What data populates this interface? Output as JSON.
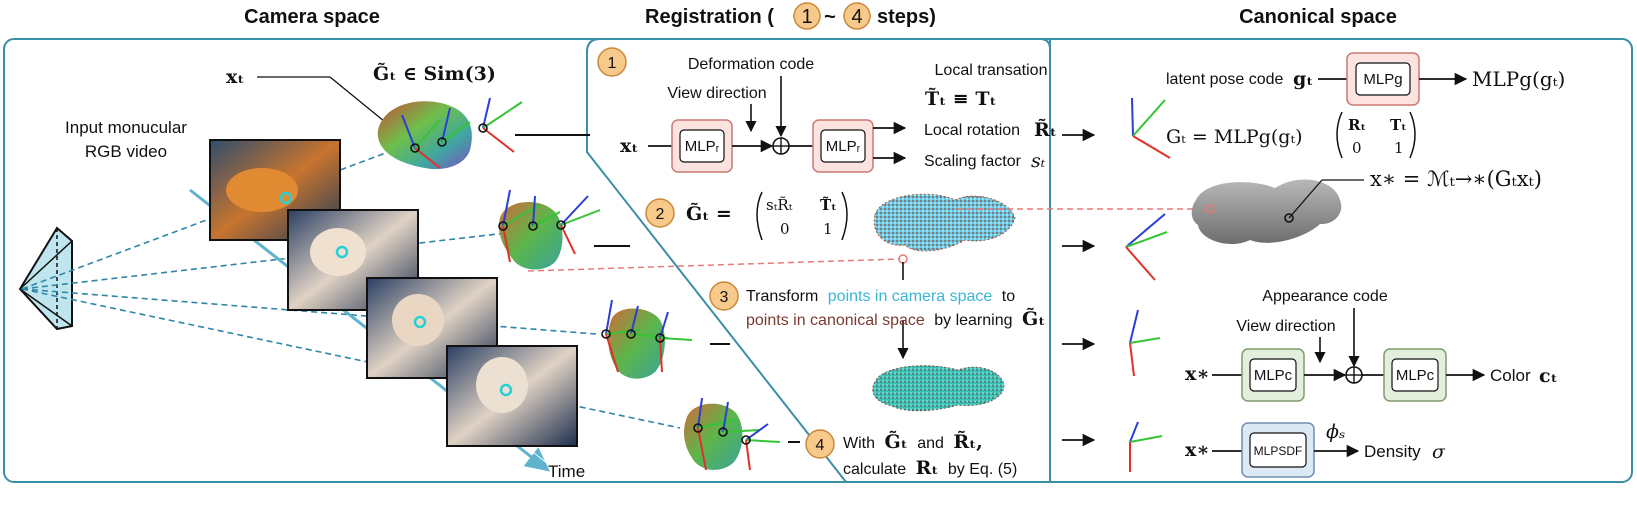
{
  "headers": {
    "camera": "Camera space",
    "registration": "Registration (",
    "registration_tilde": "~",
    "registration_suffix": "steps)",
    "canonical": "Canonical space"
  },
  "step_numbers": [
    "1",
    "2",
    "3",
    "4"
  ],
  "camera": {
    "input_label_1": "Input monucular",
    "input_label_2": "RGB video",
    "time_label": "Time",
    "x_t": "xₜ",
    "G_t_sim3": "G̃ₜ ∈ Sim(3)"
  },
  "step1": {
    "deformation_code": "Deformation code",
    "view_direction": "View direction",
    "x_t": "xₜ",
    "mlp_r": "MLPᵣ",
    "local_transation": "Local transation",
    "T_eq": "T̃ₜ ≡ Tₜ",
    "local_rotation": "Local rotation",
    "R_t": "R̃ₜ",
    "scaling_factor": "Scaling factor",
    "s_t": "sₜ"
  },
  "step2": {
    "G_eq": "G̃ₜ =",
    "m11": "sₜR̃ₜ",
    "m12": "T̃ₜ",
    "m21": "0",
    "m22": "1"
  },
  "step3": {
    "line1_a": "Transform",
    "line1_b": "points in camera space",
    "line1_c": "to",
    "line2_a": "points in canonical space",
    "line2_b": "by learning",
    "G_t": "G̃ₜ"
  },
  "step4": {
    "line1_a": "With",
    "G_t": "G̃ₜ",
    "and": "and",
    "R_t": "R̃ₜ,",
    "line2_a": "calculate",
    "R_calc": "Rₜ",
    "line2_b": "by Eq. (5)"
  },
  "canonical": {
    "latent_pose": "latent pose code",
    "g_t": "gₜ",
    "mlp_g": "MLPg",
    "mlp_g_out": "MLPg(gₜ)",
    "G_eq": "Gₜ = MLPg(gₜ)",
    "m11": "Rₜ",
    "m12": "Tₜ",
    "m21": "0",
    "m22": "1",
    "x_star_eq": "x∗ = ℳₜ→∗(Gₜxₜ)",
    "appearance_code": "Appearance code",
    "view_direction": "View direction",
    "x_star_1": "x∗",
    "mlp_c": "MLPc",
    "color_label": "Color",
    "c_t": "cₜ",
    "x_star_2": "x∗",
    "mlp_sdf": "MLPSDF",
    "phi_s": "ϕₛ",
    "density_label": "Density",
    "sigma": "σ"
  },
  "colors": {
    "frame": "#3b8fa5",
    "mlp_r_fill": "#fde3e0",
    "mlp_r_stroke": "#c97a73",
    "mlp_c_fill": "#e3efdc",
    "mlp_c_stroke": "#7d9c6d",
    "mlp_sdf_fill": "#dce8f4",
    "mlp_sdf_stroke": "#6f8fb0",
    "step_fill": "#f7c98a",
    "step_stroke": "#c9893a",
    "axis_red": "#e0302a",
    "axis_green": "#35c435",
    "axis_blue": "#2a3fd6",
    "cyan_text": "#3ab6d6",
    "brown_text": "#7a3b2e"
  }
}
